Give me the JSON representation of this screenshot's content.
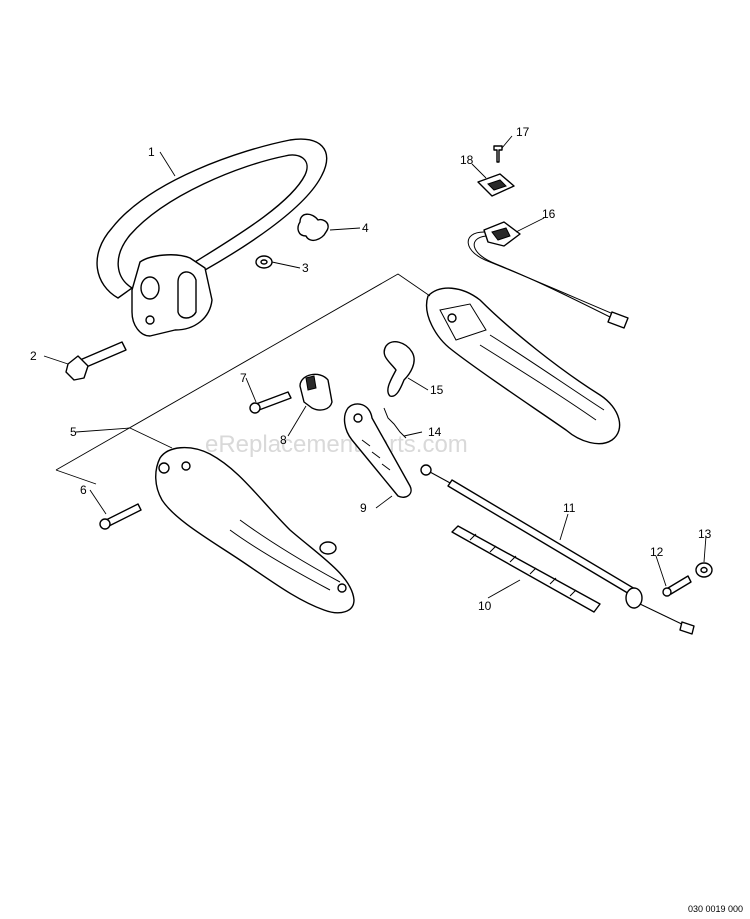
{
  "diagram": {
    "watermark": "eReplacementParts.com",
    "reference_code": "030 0019 000",
    "callouts": [
      {
        "id": "1",
        "text": "1"
      },
      {
        "id": "2",
        "text": "2"
      },
      {
        "id": "3",
        "text": "3"
      },
      {
        "id": "4",
        "text": "4"
      },
      {
        "id": "5",
        "text": "5"
      },
      {
        "id": "6",
        "text": "6"
      },
      {
        "id": "7",
        "text": "7"
      },
      {
        "id": "8",
        "text": "8"
      },
      {
        "id": "9",
        "text": "9"
      },
      {
        "id": "10",
        "text": "10"
      },
      {
        "id": "11",
        "text": "11"
      },
      {
        "id": "12",
        "text": "12"
      },
      {
        "id": "13",
        "text": "13"
      },
      {
        "id": "14",
        "text": "14"
      },
      {
        "id": "15",
        "text": "15"
      },
      {
        "id": "16",
        "text": "16"
      },
      {
        "id": "17",
        "text": "17"
      },
      {
        "id": "18",
        "text": "18"
      }
    ]
  }
}
